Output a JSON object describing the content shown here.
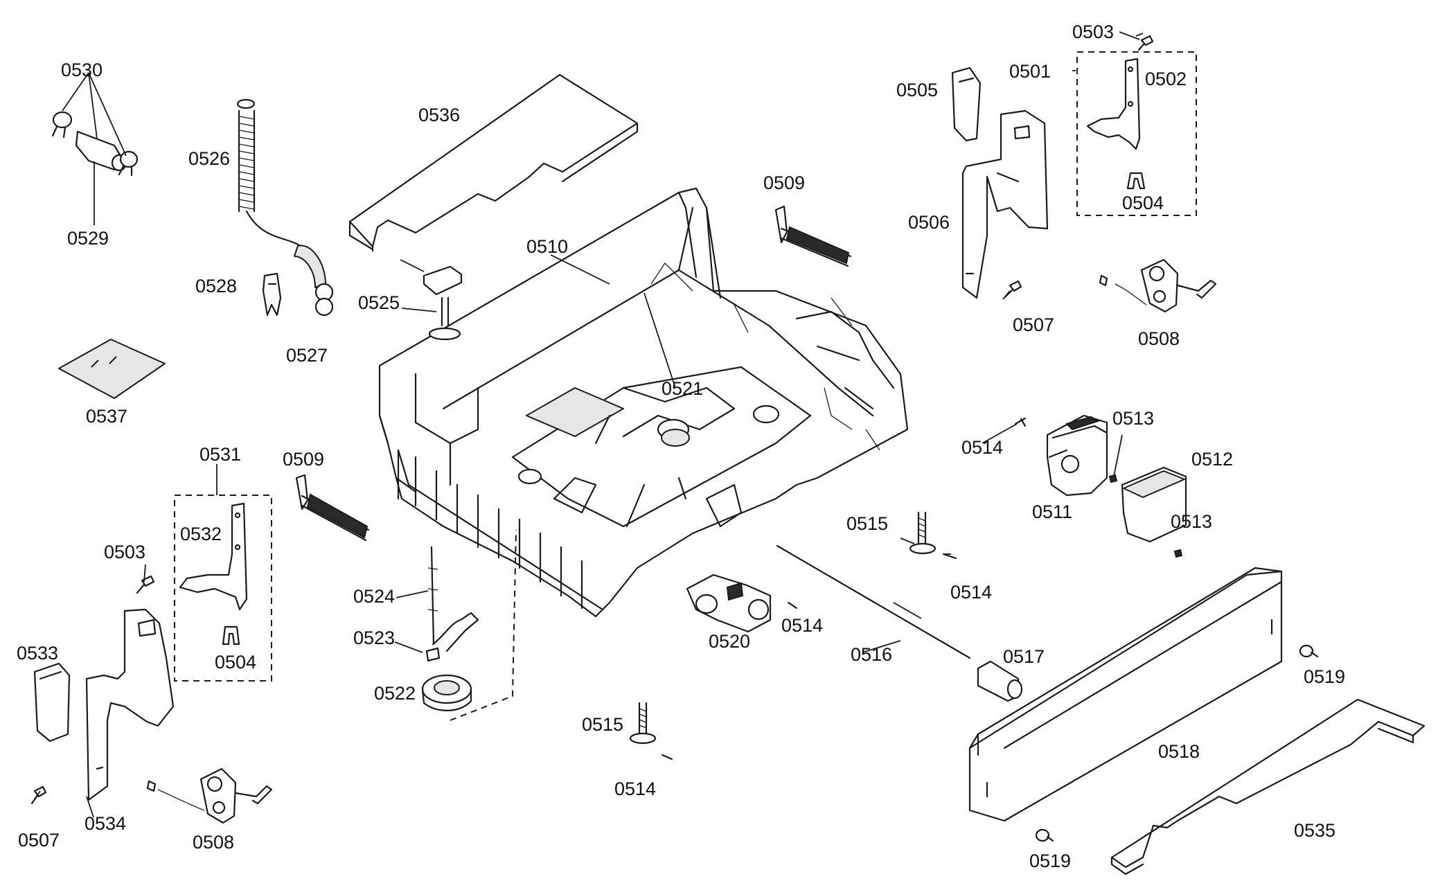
{
  "diagram": {
    "labels": {
      "p0501": "0501",
      "p0502": "0502",
      "p0503a": "0503",
      "p0503b": "0503",
      "p0504a": "0504",
      "p0504b": "0504",
      "p0505": "0505",
      "p0506": "0506",
      "p0507a": "0507",
      "p0507b": "0507",
      "p0508a": "0508",
      "p0508b": "0508",
      "p0509a": "0509",
      "p0509b": "0509",
      "p0510": "0510",
      "p0511": "0511",
      "p0512": "0512",
      "p0513a": "0513",
      "p0513b": "0513",
      "p0514a": "0514",
      "p0514b": "0514",
      "p0514c": "0514",
      "p0514d": "0514",
      "p0515a": "0515",
      "p0515b": "0515",
      "p0516": "0516",
      "p0517": "0517",
      "p0518": "0518",
      "p0519a": "0519",
      "p0519b": "0519",
      "p0520": "0520",
      "p0521": "0521",
      "p0522": "0522",
      "p0523": "0523",
      "p0524": "0524",
      "p0525": "0525",
      "p0526": "0526",
      "p0527": "0527",
      "p0528": "0528",
      "p0529": "0529",
      "p0530": "0530",
      "p0531": "0531",
      "p0532": "0532",
      "p0533": "0533",
      "p0534": "0534",
      "p0535": "0535",
      "p0536": "0536",
      "p0537": "0537"
    }
  }
}
